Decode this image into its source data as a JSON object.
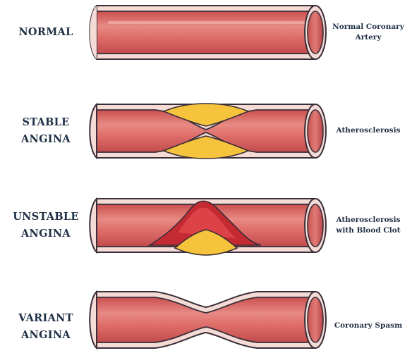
{
  "diagram": {
    "rows": [
      {
        "id": "normal",
        "label_lines": [
          "NORMAL"
        ],
        "description_lines": [
          "Normal Coronary",
          "Artery"
        ]
      },
      {
        "id": "stable",
        "label_lines": [
          "STABLE",
          "ANGINA"
        ],
        "description_lines": [
          "Atherosclerosis"
        ]
      },
      {
        "id": "unstable",
        "label_lines": [
          "UNSTABLE",
          "ANGINA"
        ],
        "description_lines": [
          "Atherosclerosis",
          "with Blood Clot"
        ]
      },
      {
        "id": "variant",
        "label_lines": [
          "VARIANT",
          "ANGINA"
        ],
        "description_lines": [
          "Coronary Spasm"
        ]
      }
    ],
    "colors": {
      "outline": "#3a2e38",
      "wall": "#f4dbd6",
      "lumen": "#df6f6b",
      "lumen_light": "#ee9a93",
      "plaque": "#f6c43c",
      "clot": "#c42a32",
      "clot_light": "#e0464a",
      "label_text": "#1f2f45"
    }
  }
}
